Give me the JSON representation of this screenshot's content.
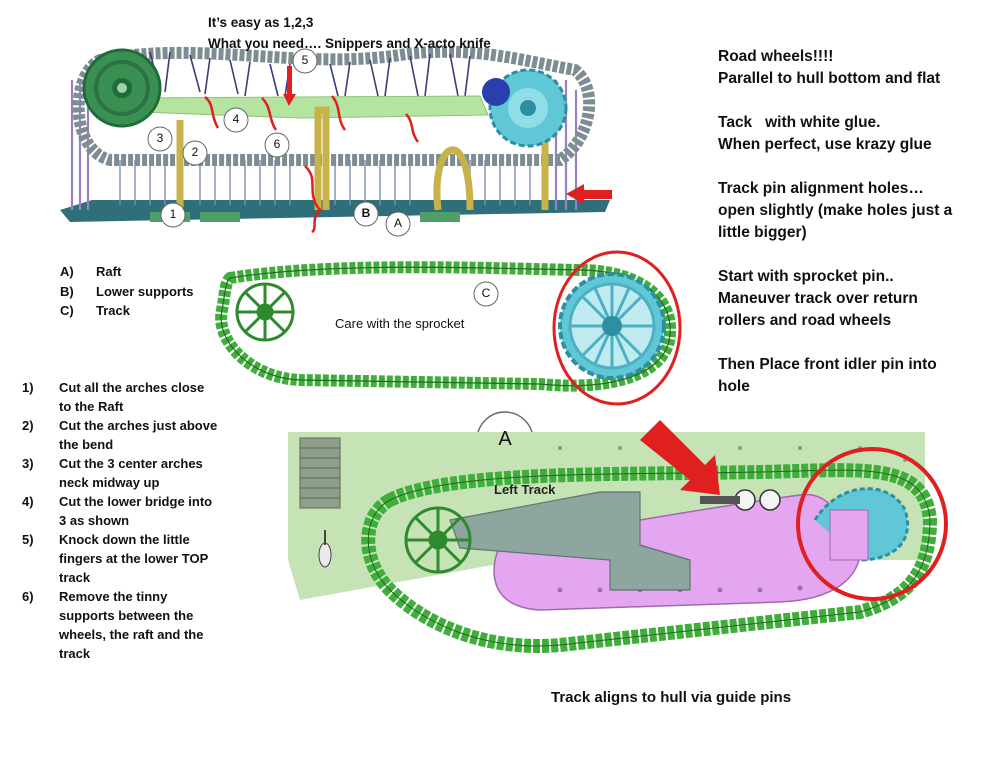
{
  "intro": {
    "line1": "It’s easy as 1,2,3",
    "line2": "What you need…. Snippers and X-acto knife"
  },
  "tips": [
    {
      "lines": [
        "Road wheels!!!!",
        "Parallel to hull bottom and flat"
      ]
    },
    {
      "lines": [
        "Tack   with white glue.",
        "When perfect, use krazy glue"
      ]
    },
    {
      "lines": [
        "Track pin alignment holes…",
        "open slightly (make holes just a",
        "little bigger)"
      ]
    },
    {
      "lines": [
        "Start with sprocket pin..",
        "Maneuver track over return",
        "rollers and road wheels"
      ]
    },
    {
      "lines": [
        "Then Place front idler pin into",
        "hole"
      ]
    }
  ],
  "legend": [
    {
      "key": "A)",
      "label": "Raft"
    },
    {
      "key": "B)",
      "label": "Lower supports"
    },
    {
      "key": "C)",
      "label": "Track"
    }
  ],
  "steps": [
    {
      "num": "1)",
      "text": "Cut all the arches close to the Raft"
    },
    {
      "num": "2)",
      "text": "Cut the arches just above the bend"
    },
    {
      "num": "3)",
      "text": "Cut the 3 center arches neck midway up"
    },
    {
      "num": "4)",
      "text": "Cut the lower bridge into 3 as shown"
    },
    {
      "num": "5)",
      "text": "Knock down the little fingers at the lower TOP track"
    },
    {
      "num": "6)",
      "text": "Remove the tinny supports between the wheels, the raft and the track"
    }
  ],
  "callouts": {
    "c1": "1",
    "c2": "2",
    "c3": "3",
    "c4": "4",
    "c5": "5",
    "c6": "6",
    "b": "B",
    "a_small": "A",
    "c_track": "C",
    "a_big": "A"
  },
  "sprocket_caption": "Care with the sprocket",
  "left_track_label": "Left Track",
  "bottom_caption": "Track aligns to hull via guide pins",
  "colors": {
    "track_green": "#3fae3a",
    "track_dark": "#1f6b1f",
    "gray_track": "#8a9aa0",
    "raft_teal": "#2f6f7a",
    "support_purple": "#9a7fc4",
    "arch_gold": "#c8b24a",
    "bridge_green": "#b5e3a0",
    "sprocket_teal": "#5fc7d6",
    "hull_green": "#c5e3b5",
    "hull_pink": "#e4a6f0",
    "bracket_gray": "#8fa5a0",
    "callout_red": "#e02020",
    "cut_red": "#e02020"
  }
}
